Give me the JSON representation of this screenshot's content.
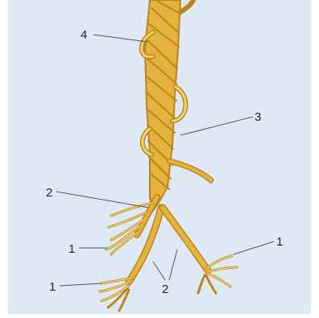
{
  "colors": {
    "background": "#dfe9f5",
    "fiber": "#e6b23e",
    "fiber_dark": "#b8861e",
    "fiber_light": "#f4cf6b",
    "leader": "#555555",
    "label": "#222222"
  },
  "labels": {
    "label_4": "4",
    "label_3": "3",
    "label_2_upper": "2",
    "label_1_middle": "1",
    "label_1_right": "1",
    "label_1_bottom": "1",
    "label_2_lower": "2"
  }
}
